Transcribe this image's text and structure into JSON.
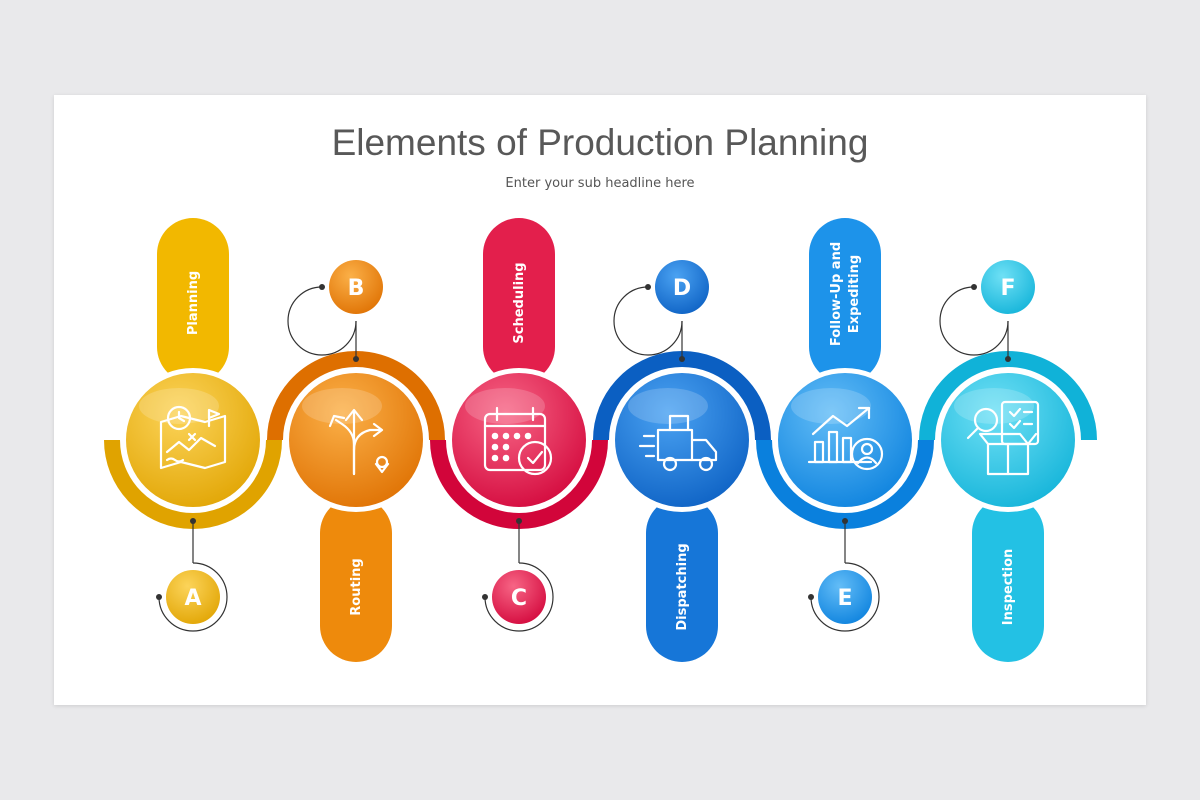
{
  "title": "Elements of Production Planning",
  "subtitle": "Enter your sub headline here",
  "steps": [
    {
      "letter": "A",
      "label_lines": [
        "Planning"
      ],
      "icon": "planning-map-icon",
      "color": "#f2b800",
      "dark": "#e0a300",
      "light": "#fcd45a"
    },
    {
      "letter": "B",
      "label_lines": [
        "Routing"
      ],
      "icon": "routing-arrows-icon",
      "color": "#ee8a0c",
      "dark": "#de6f00",
      "light": "#fbb048"
    },
    {
      "letter": "C",
      "label_lines": [
        "Scheduling"
      ],
      "icon": "calendar-clock-icon",
      "color": "#e31f4c",
      "dark": "#d2053a",
      "light": "#f76585"
    },
    {
      "letter": "D",
      "label_lines": [
        "Dispatching"
      ],
      "icon": "delivery-truck-icon",
      "color": "#1676d8",
      "dark": "#0b5fc2",
      "light": "#4aa2f2"
    },
    {
      "letter": "E",
      "label_lines": [
        "Follow-Up and",
        "Expediting"
      ],
      "icon": "growth-chart-icon",
      "color": "#1d93ea",
      "dark": "#0a80dd",
      "light": "#63bdf7"
    },
    {
      "letter": "F",
      "label_lines": [
        "Inspection"
      ],
      "icon": "inspection-box-icon",
      "color": "#23c1e4",
      "dark": "#10b2d8",
      "light": "#6fe0f5"
    }
  ]
}
